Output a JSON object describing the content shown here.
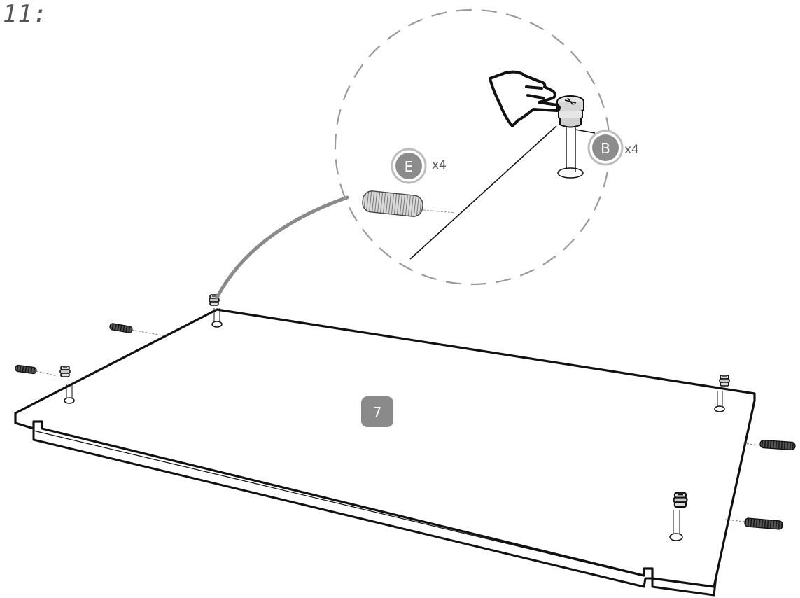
{
  "step": {
    "number": "11:"
  },
  "panel": {
    "label": "7"
  },
  "parts": {
    "E": {
      "badge": "E",
      "qty": "x4"
    },
    "B": {
      "badge": "B",
      "qty": "x4"
    }
  },
  "colors": {
    "ink": "#111111",
    "badge_fill": "#8c8c8c",
    "panel_badge": "#8a8a8a",
    "dash": "#9a9a9a"
  },
  "icons": [
    "pointing-hand-icon",
    "cam-lock-icon",
    "wooden-dowel-icon"
  ]
}
